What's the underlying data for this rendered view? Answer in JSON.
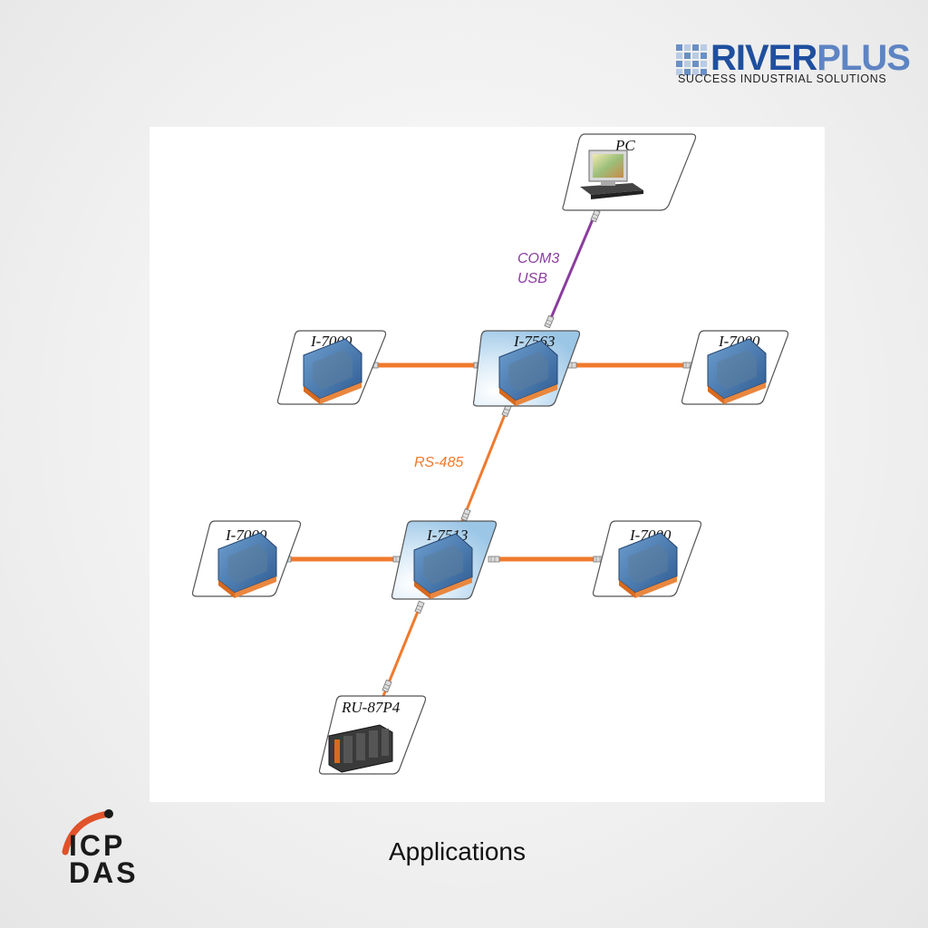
{
  "brand": {
    "name_part1": "RIVER",
    "name_part2": "PLUS",
    "tagline": "SUCCESS INDUSTRIAL SOLUTIONS",
    "footer_logo_line1": "ICP",
    "footer_logo_line2": "DAS"
  },
  "caption": "Applications",
  "colors": {
    "usb_link": "#8a3d9e",
    "rs485_link": "#f07a2e",
    "converter_highlight": "#a9cdea",
    "module_blue": "#3c6fa8",
    "terminal_orange": "#d86a1f",
    "brand_blue": "#1f4f9e",
    "icp_red": "#e0522a"
  },
  "diagram": {
    "nodes": [
      {
        "id": "pc",
        "label": "PC",
        "kind": "pc"
      },
      {
        "id": "i7563",
        "label": "I-7563",
        "kind": "converter"
      },
      {
        "id": "m1",
        "label": "I-7000",
        "kind": "module"
      },
      {
        "id": "m2",
        "label": "I-7000",
        "kind": "module"
      },
      {
        "id": "i7513",
        "label": "I-7513",
        "kind": "converter"
      },
      {
        "id": "m3",
        "label": "I-7000",
        "kind": "module"
      },
      {
        "id": "m4",
        "label": "I-7000",
        "kind": "module"
      },
      {
        "id": "ru",
        "label": "RU-87P4",
        "kind": "rack"
      }
    ],
    "links": [
      {
        "from": "pc",
        "to": "i7563",
        "type": "usb",
        "labels": [
          "COM3",
          "USB"
        ]
      },
      {
        "from": "i7563",
        "to": "m1",
        "type": "rs485"
      },
      {
        "from": "i7563",
        "to": "m2",
        "type": "rs485"
      },
      {
        "from": "i7563",
        "to": "i7513",
        "type": "rs485",
        "labels": [
          "RS-485"
        ]
      },
      {
        "from": "i7513",
        "to": "m3",
        "type": "rs485"
      },
      {
        "from": "i7513",
        "to": "m4",
        "type": "rs485"
      },
      {
        "from": "i7513",
        "to": "ru",
        "type": "rs485"
      }
    ]
  }
}
